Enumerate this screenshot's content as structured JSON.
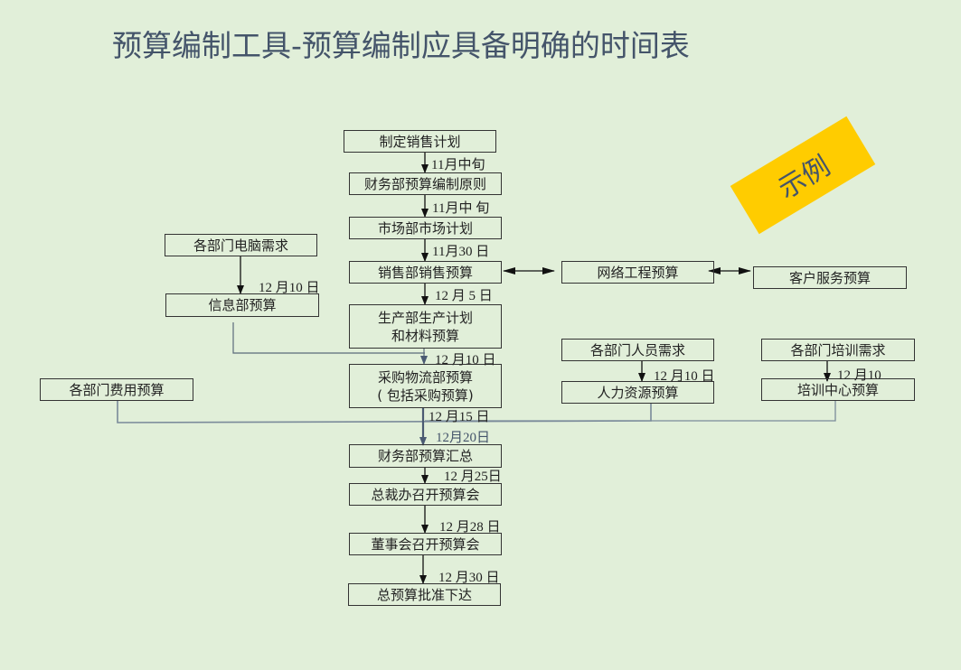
{
  "title": "预算编制工具-预算编制应具备明确的时间表",
  "stamp": "示例",
  "colors": {
    "background": "#e1efd9",
    "title": "#44546a",
    "stamp": "#ffcc00",
    "connector": "#5a6a7a"
  },
  "boxes": {
    "sales_plan": "制定销售计划",
    "finance_principles": "财务部预算编制原则",
    "marketing_plan": "市场部市场计划",
    "sales_budget": "销售部销售预算",
    "network_budget": "网络工程预算",
    "customer_service_budget": "客户服务预算",
    "dept_computer_needs": "各部门电脑需求",
    "it_budget": "信息部预算",
    "production_budget": "生产部生产计划\n和材料预算",
    "purchasing_budget": "采购物流部预算\n( 包括采购预算)",
    "dept_expense_budget": "各部门费用预算",
    "dept_staff_needs": "各部门人员需求",
    "hr_budget": "人力资源预算",
    "dept_training_needs": "各部门培训需求",
    "training_budget": "培训中心预算",
    "finance_summary": "财务部预算汇总",
    "ceo_meeting": "总裁办召开预算会",
    "board_meeting": "董事会召开预算会",
    "final_approval": "总预算批准下达"
  },
  "dates": {
    "d1": "11月中旬",
    "d2": "11月中 旬",
    "d3": "11月30 日",
    "d4": "12 月10 日",
    "d5": "12 月 5 日",
    "d6": "12 月10 日",
    "d7": "12 月10 日",
    "d8": "12 月10",
    "d9": "12 月15 日",
    "d10": "12月20日",
    "d11": "12 月25日",
    "d12": "12 月28 日",
    "d13": "12 月30 日"
  }
}
